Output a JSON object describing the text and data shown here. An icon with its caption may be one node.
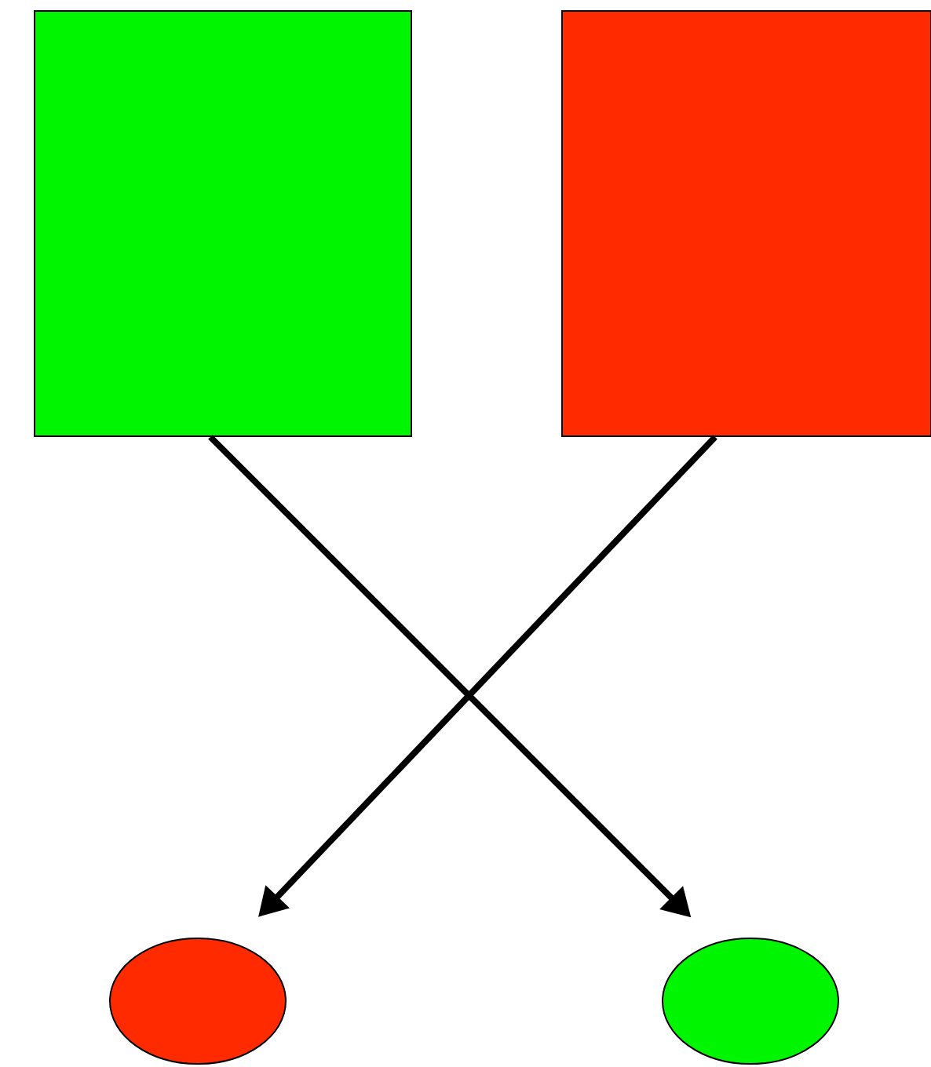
{
  "diagram": {
    "nodes": [
      {
        "text": [],
        "shape": "box"
      },
      {
        "text": [],
        "shape": "box"
      },
      {
        "text": [],
        "shape": "ellipse"
      },
      {
        "text": [],
        "shape": "ellipse"
      }
    ],
    "edges": [
      {
        "from": 0,
        "to": 3,
        "arrow": "to"
      },
      {
        "from": 1,
        "to": 2,
        "arrow": "to"
      }
    ]
  }
}
